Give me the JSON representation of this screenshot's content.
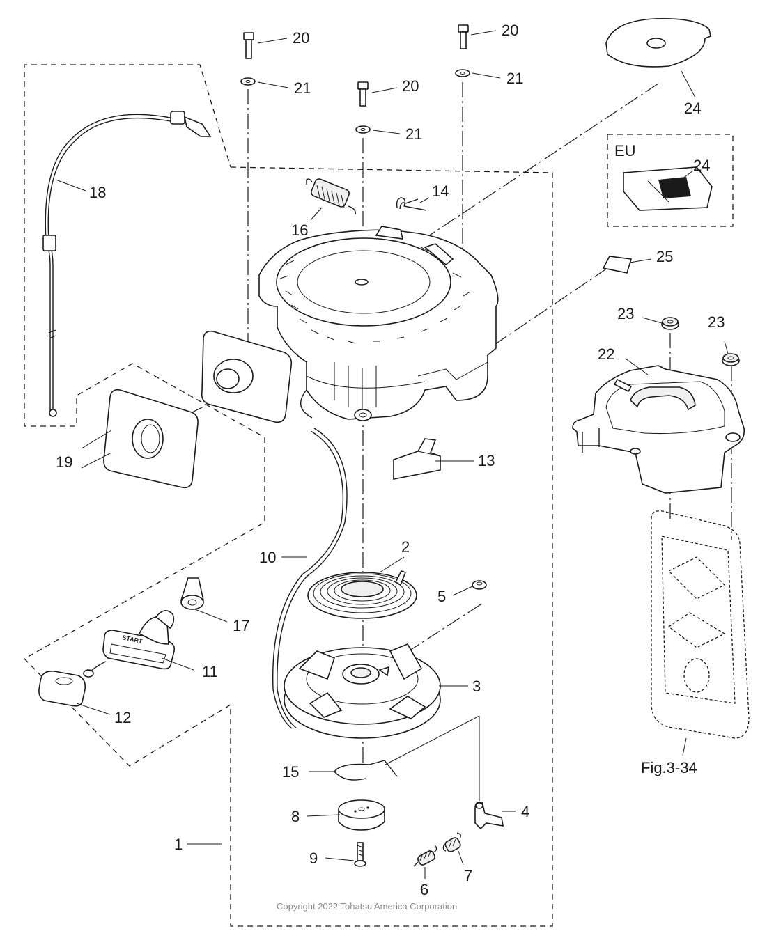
{
  "diagram": {
    "figure_ref": "Fig.3-34",
    "region_tag": "EU",
    "copyright": "Copyright 2022 Tohatsu America Corporation",
    "callouts": [
      {
        "id": "p1",
        "text": "1"
      },
      {
        "id": "p2",
        "text": "2"
      },
      {
        "id": "p3",
        "text": "3"
      },
      {
        "id": "p4",
        "text": "4"
      },
      {
        "id": "p5",
        "text": "5"
      },
      {
        "id": "p6",
        "text": "6"
      },
      {
        "id": "p7",
        "text": "7"
      },
      {
        "id": "p8",
        "text": "8"
      },
      {
        "id": "p9",
        "text": "9"
      },
      {
        "id": "p10",
        "text": "10"
      },
      {
        "id": "p11",
        "text": "11"
      },
      {
        "id": "p12",
        "text": "12"
      },
      {
        "id": "p13",
        "text": "13"
      },
      {
        "id": "p14",
        "text": "14"
      },
      {
        "id": "p15",
        "text": "15"
      },
      {
        "id": "p16",
        "text": "16"
      },
      {
        "id": "p17",
        "text": "17"
      },
      {
        "id": "p18",
        "text": "18"
      },
      {
        "id": "p19",
        "text": "19"
      },
      {
        "id": "p20a",
        "text": "20"
      },
      {
        "id": "p20b",
        "text": "20"
      },
      {
        "id": "p20c",
        "text": "20"
      },
      {
        "id": "p21a",
        "text": "21"
      },
      {
        "id": "p21b",
        "text": "21"
      },
      {
        "id": "p21c",
        "text": "21"
      },
      {
        "id": "p22",
        "text": "22"
      },
      {
        "id": "p23a",
        "text": "23"
      },
      {
        "id": "p23b",
        "text": "23"
      },
      {
        "id": "p24a",
        "text": "24"
      },
      {
        "id": "p24b",
        "text": "24"
      },
      {
        "id": "p25",
        "text": "25"
      }
    ],
    "handle_print": "START"
  }
}
